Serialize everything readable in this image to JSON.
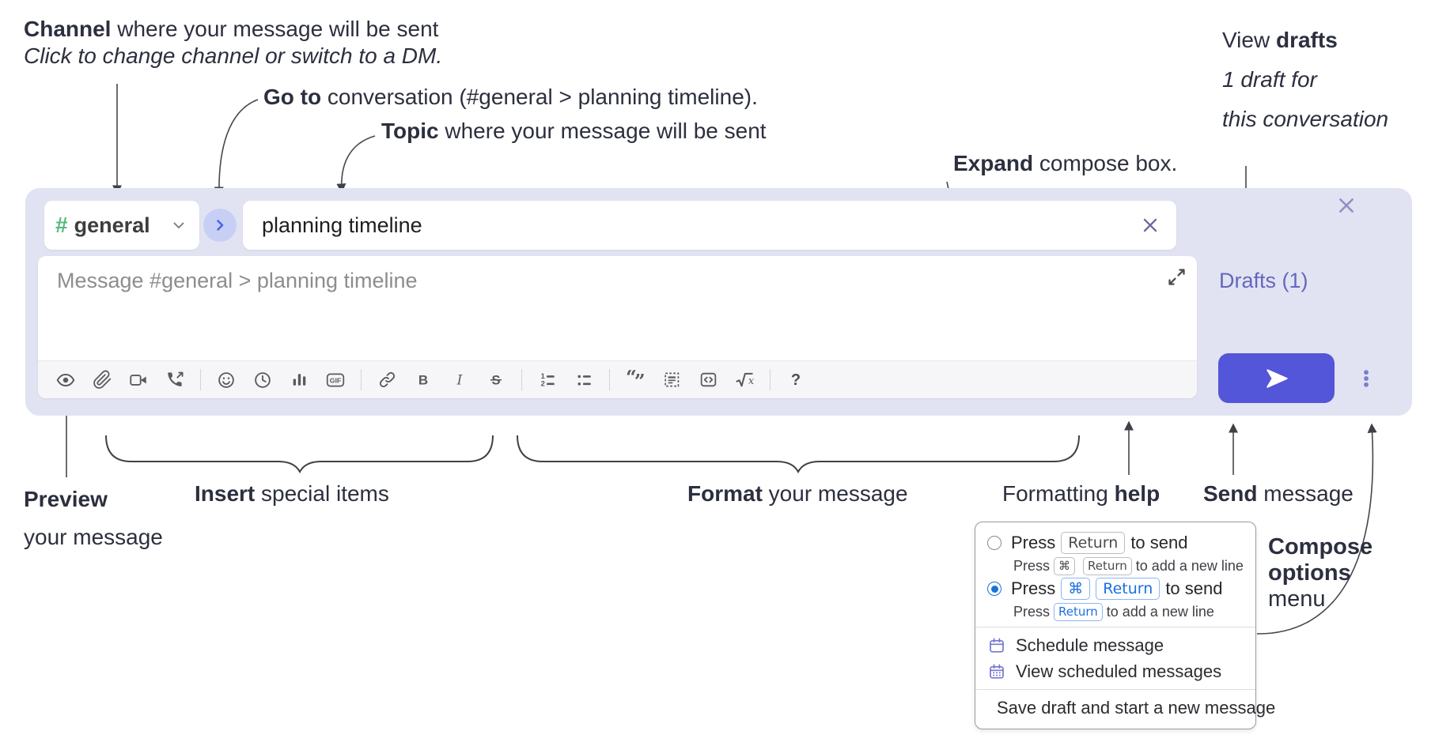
{
  "colors": {
    "composer_bg": "#e2e3f2",
    "accent_send_button": "#5356d8",
    "channel_hash_green": "#57b87b",
    "goto_chevron_blue": "#4666e5",
    "drafts_link": "#6467bd",
    "radio_selected_blue": "#1a73d6",
    "menu_icon_purple": "#7477cf",
    "annotation_text": "#2c2f3e"
  },
  "annotations": {
    "channel": {
      "bold": "Channel",
      "rest": " where your message will be sent",
      "line2": "Click to change channel or switch to a DM."
    },
    "goto": {
      "bold": "Go to",
      "rest": " conversation (#general > planning timeline)."
    },
    "topic": {
      "bold": "Topic",
      "rest": " where your message will be sent"
    },
    "expand": {
      "bold": "Expand",
      "rest": " compose box."
    },
    "drafts": {
      "pre": "View ",
      "bold": "drafts",
      "line2": "1 draft for",
      "line3": "this conversation"
    },
    "preview": {
      "bold": "Preview",
      "line2": "your message"
    },
    "insert": {
      "bold": "Insert",
      "rest": " special items"
    },
    "format": {
      "bold": "Format",
      "rest": " your message"
    },
    "help": {
      "pre": "Formatting ",
      "bold": "help"
    },
    "send": {
      "bold": "Send",
      "rest": " message"
    },
    "compose_options": {
      "line1": "Compose",
      "line2": "options",
      "line3": "menu"
    }
  },
  "composer": {
    "channel": {
      "hash": "#",
      "name": "general"
    },
    "topic_value": "planning timeline",
    "message_placeholder": "Message #general > planning timeline",
    "drafts_label": "Drafts (1)"
  },
  "toolbar": {
    "gif": "GIF",
    "bold": "B",
    "italic": "I",
    "strike": "S",
    "ol1": "1",
    "ol2": "2",
    "quote_open": "“",
    "quote_close": "”",
    "sqrt_x": "x",
    "help": "?",
    "icon_names": [
      "preview-eye",
      "attach-paperclip",
      "video-clip",
      "audio-call",
      "emoji",
      "recently-used",
      "poll-bar-chart",
      "gif",
      "link",
      "bold",
      "italic",
      "strikethrough",
      "ordered-list",
      "bullet-list",
      "blockquote",
      "code-block",
      "inline-code",
      "formula",
      "formatting-help",
      "send",
      "compose-options-kebab"
    ]
  },
  "options_menu": {
    "radio_return": {
      "press": "Press",
      "key": "Return",
      "suffix": "to send",
      "sub_press": "Press",
      "sub_key_cmd": "⌘",
      "sub_key_return": "Return",
      "sub_suffix": "to add a new line",
      "selected": false
    },
    "radio_cmd_return": {
      "press": "Press",
      "key_cmd": "⌘",
      "key_return": "Return",
      "suffix": "to send",
      "sub_press": "Press",
      "sub_key_return": "Return",
      "sub_suffix": "to add a new line",
      "selected": true
    },
    "items": [
      {
        "label": "Schedule message"
      },
      {
        "label": "View scheduled messages"
      },
      {
        "label": "Save draft and start a new message"
      }
    ]
  }
}
